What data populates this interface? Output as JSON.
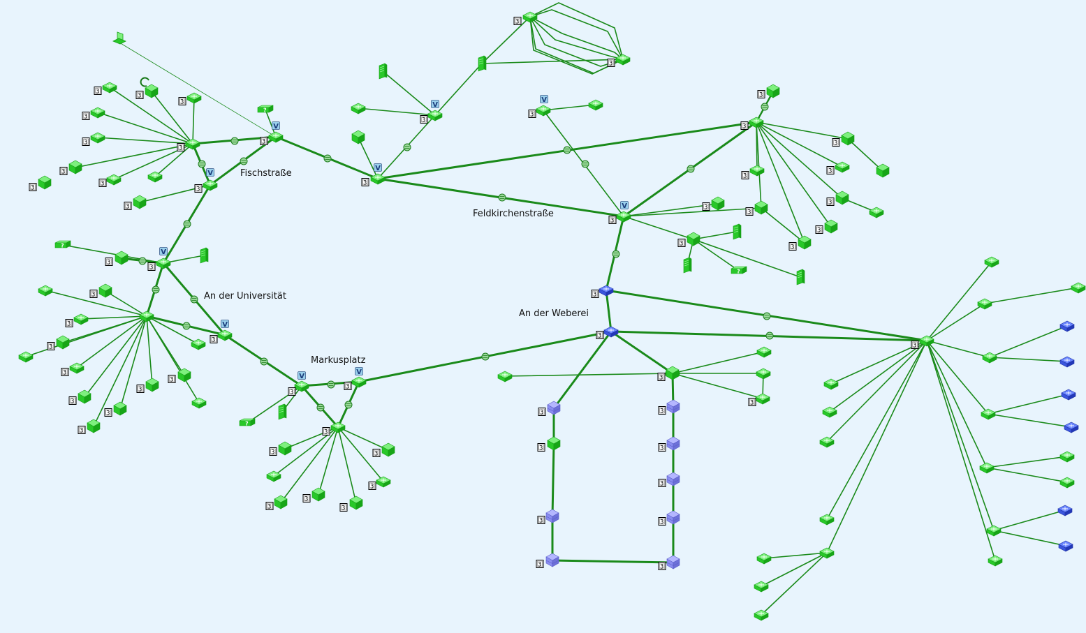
{
  "locations": {
    "fischstrasse": "Fischstraße",
    "feldkirchenstrasse": "Feldkirchenstraße",
    "universitaet": "An der Universität",
    "weberei": "An der Weberei",
    "markusplatz": "Markusplatz"
  },
  "badges": {
    "layer": "3",
    "vendor": "V",
    "unknown": "?"
  },
  "colors": {
    "background": "#e8f4fd",
    "link": "#1a8a1a",
    "device_green": "#33dd33",
    "device_blue": "#3a55dd",
    "device_lightblue": "#8a8df0",
    "tap": "#9ad89a"
  },
  "legend_icons": [
    "switch-icon",
    "router-icon",
    "server-icon",
    "workstation-icon",
    "unknown-device-icon",
    "link-tap-icon"
  ]
}
